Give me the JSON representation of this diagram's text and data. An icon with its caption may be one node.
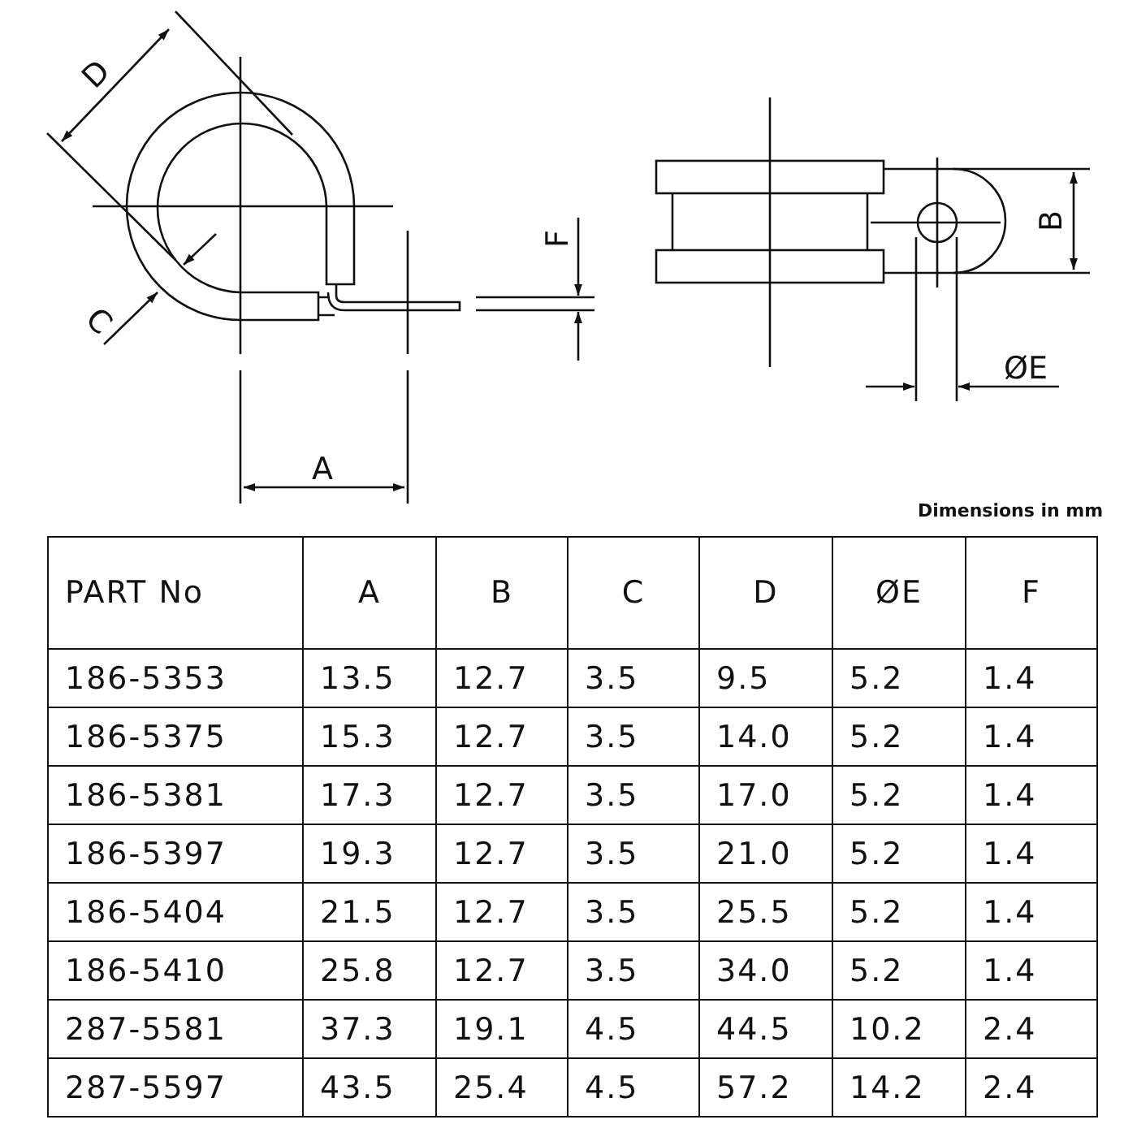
{
  "diagram": {
    "labels": [
      "D",
      "B",
      "F",
      "C",
      "ØE",
      "A",
      "Dimensions in mm",
      "PART No",
      "A",
      "B",
      "C",
      "D",
      "ØE",
      "F",
      "186-5353",
      "13.5",
      "12.7",
      "3.5",
      "9.5",
      "5.2",
      "1.4",
      "186-5375",
      "15.3",
      "12.7",
      "3.5",
      "14.0",
      "5.2",
      "1.4",
      "186-5381",
      "17.3",
      "12.7",
      "3.5",
      "17.0",
      "5.2",
      "1.4",
      "186-5397",
      "19.3",
      "12.7",
      "3.5",
      "21.0",
      "5.2",
      "1.4",
      "186-5404",
      "21.5",
      "12.7",
      "3.5",
      "25.5",
      "5.2",
      "1.4",
      "186-5410",
      "25.8",
      "12.7",
      "3.5",
      "34.0",
      "5.2",
      "1.4",
      "287-5581",
      "37.3",
      "19.1",
      "4.5",
      "44.5",
      "10.2",
      "2.4",
      "287-5597",
      "43.5",
      "25.4",
      "4.5",
      "57.2",
      "14.2",
      "2.4"
    ]
  }
}
